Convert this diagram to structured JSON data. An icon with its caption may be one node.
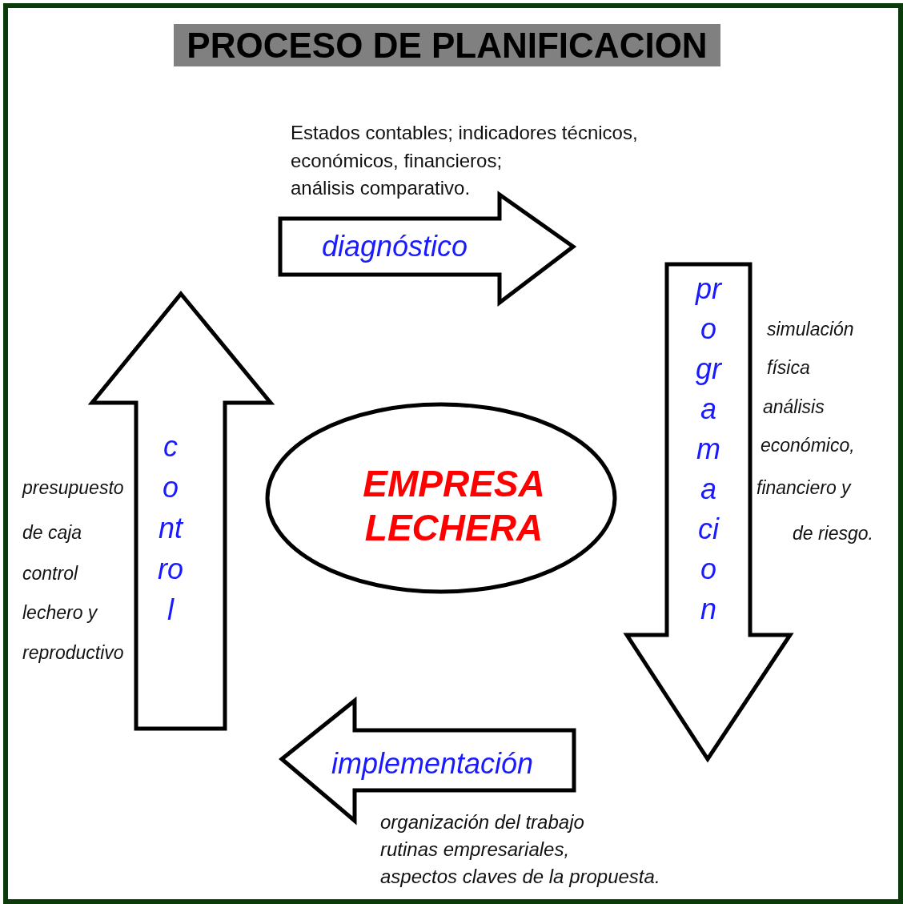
{
  "diagram": {
    "title": "PROCESO DE PLANIFICACION",
    "nodes": [
      {
        "text": [
          "diagnóstico"
        ],
        "beside": [
          "Estados contables; indicadores técnicos,",
          "económicos, financieros;",
          "análisis comparativo."
        ]
      },
      {
        "text": [
          "programacion"
        ],
        "beside": [
          "simulación",
          "física",
          "análisis",
          "económico,",
          "financiero y",
          "de riesgo."
        ]
      },
      {
        "text": [
          "implementación"
        ],
        "beside": [
          "organización del trabajo",
          "rutinas empresariales,",
          "aspectos claves de la propuesta."
        ]
      },
      {
        "text": [
          "control"
        ],
        "beside": [
          "presupuesto",
          "de caja",
          "control",
          "lechero y",
          "reproductivo"
        ]
      },
      {
        "text": [
          "EMPRESA LECHERA"
        ]
      }
    ]
  }
}
